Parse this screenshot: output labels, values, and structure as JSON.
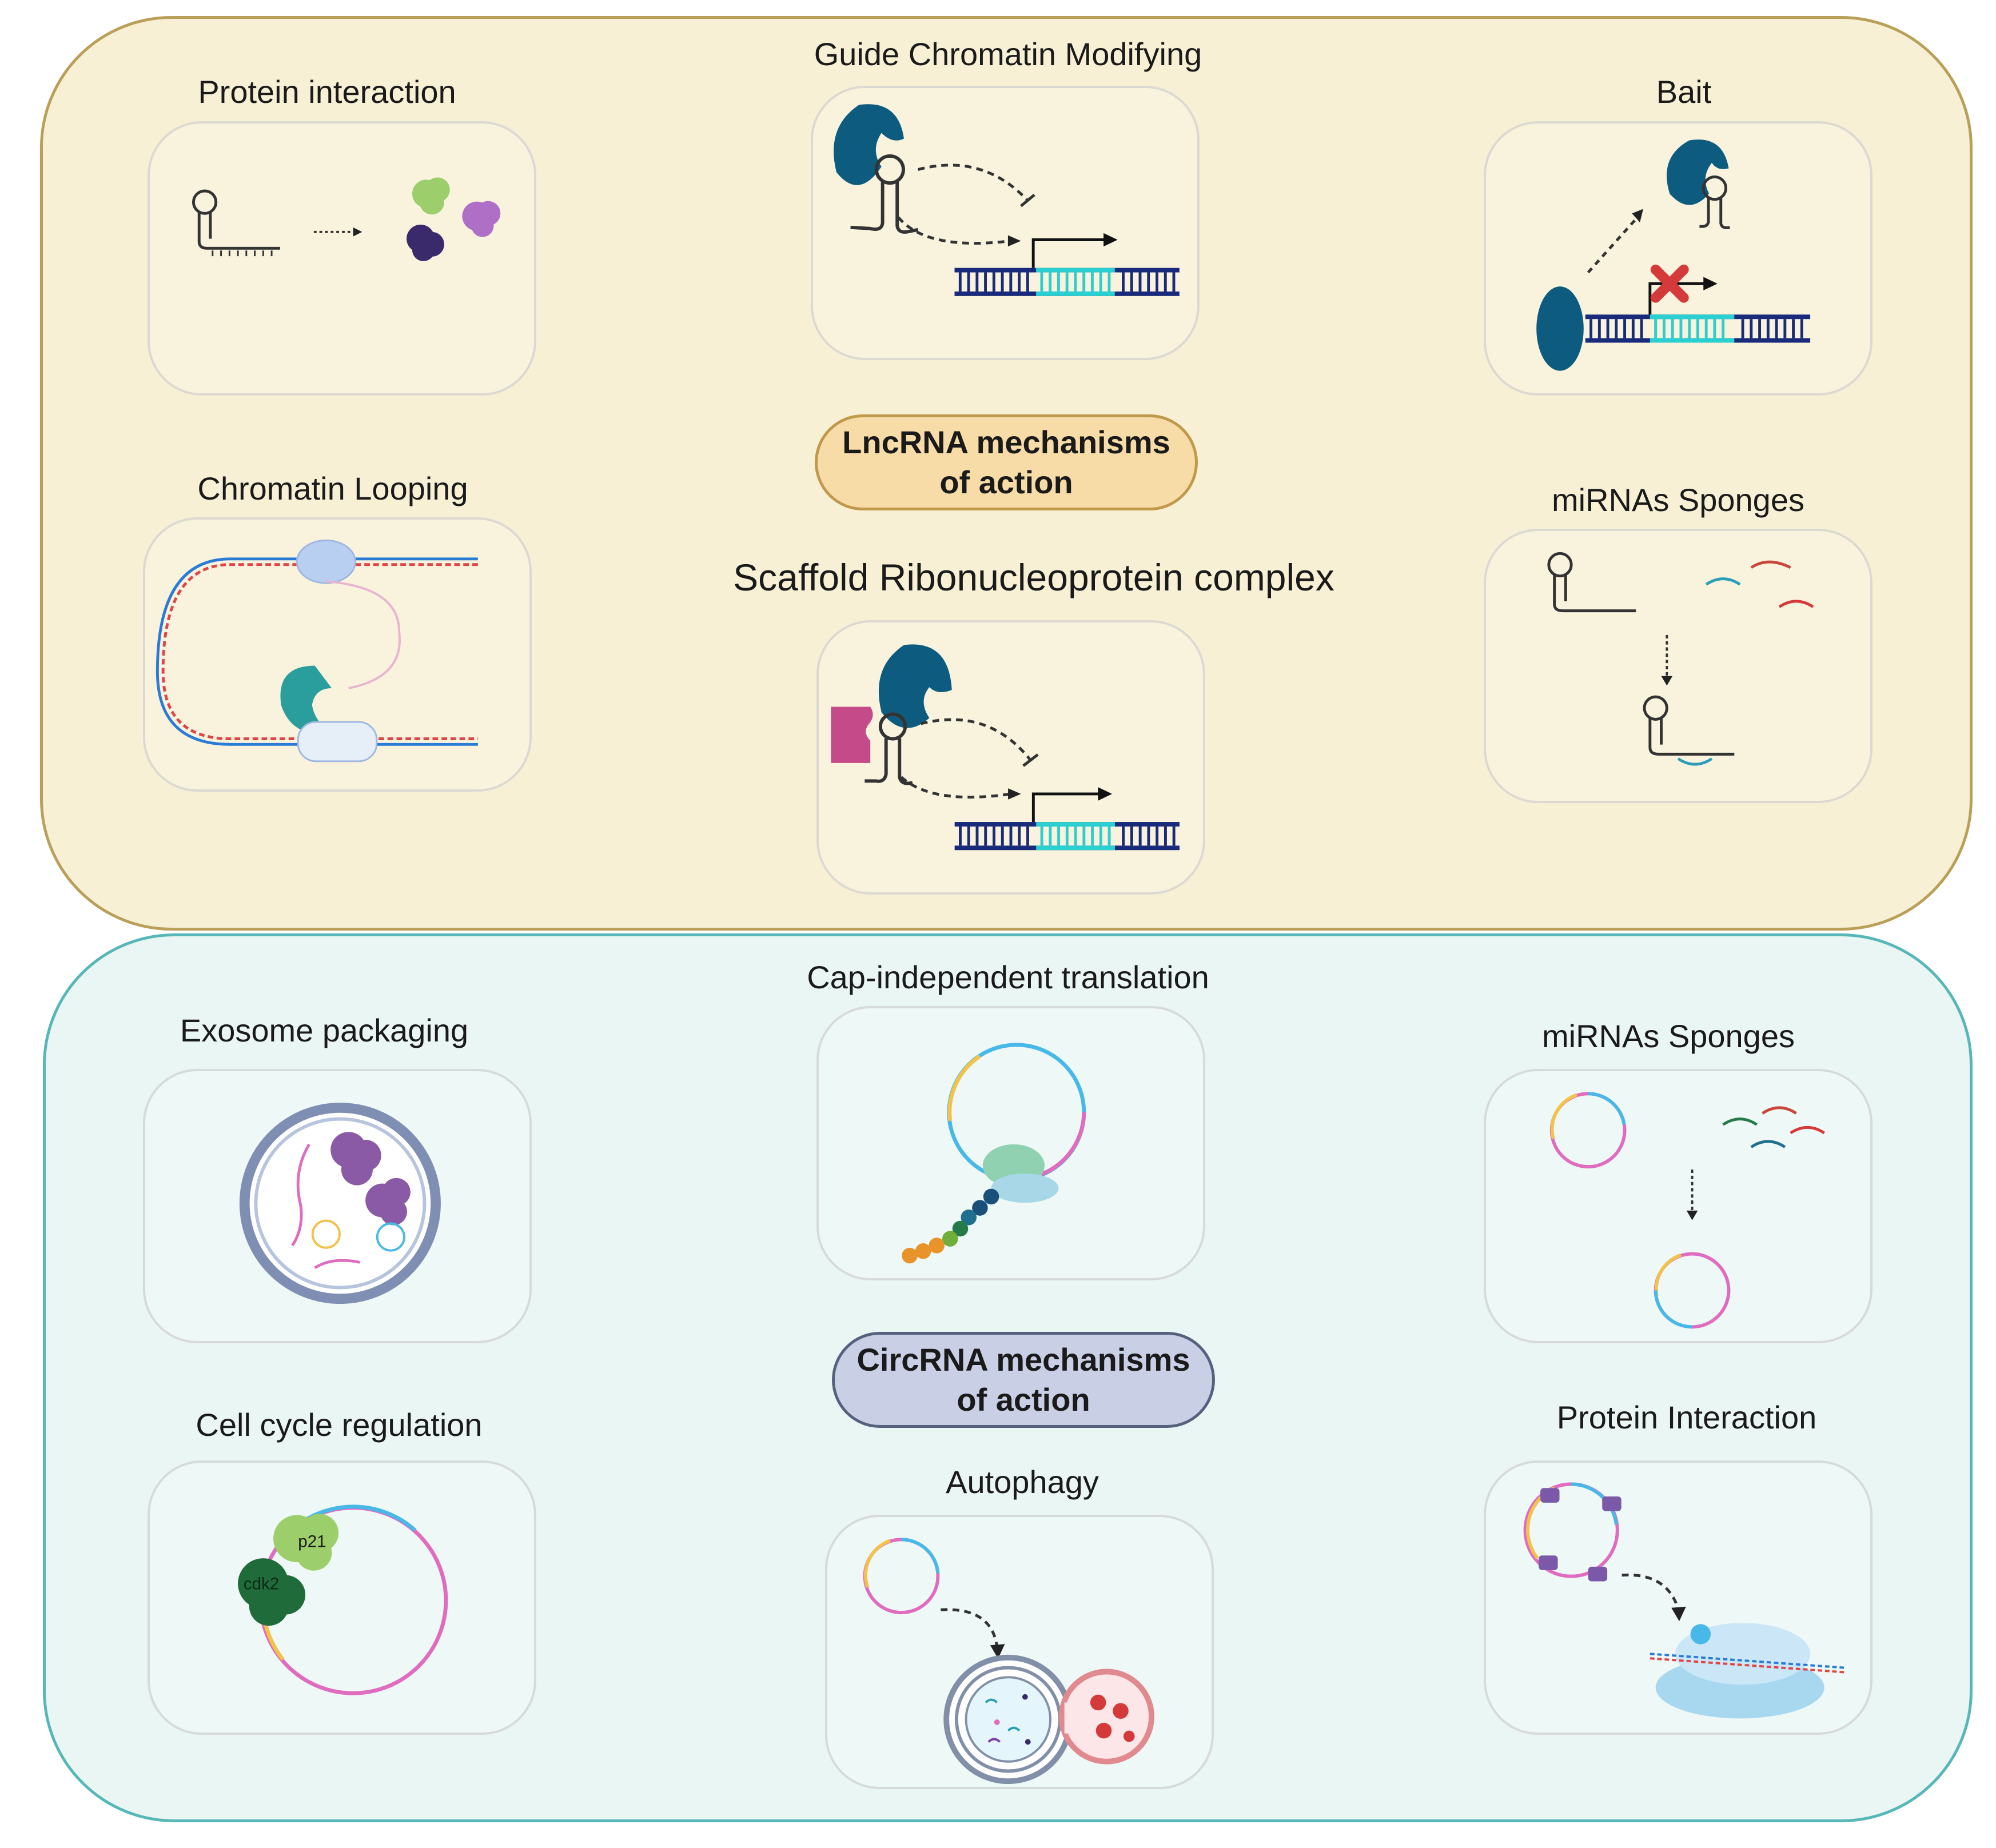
{
  "lncrna": {
    "center_label": {
      "line1": "LncRNA mechanisms",
      "line2": "of action"
    },
    "mechanisms": {
      "protein_interaction": "Protein interaction",
      "guide_chromatin": "Guide Chromatin Modifying",
      "bait": "Bait",
      "chromatin_looping": "Chromatin Looping",
      "mirna_sponges": "miRNAs Sponges",
      "scaffold": "Scaffold Ribonucleoprotein complex"
    }
  },
  "circrna": {
    "center_label": {
      "line1": "CircRNA mechanisms",
      "line2": "of action"
    },
    "mechanisms": {
      "exosome": "Exosome packaging",
      "cap_independent": "Cap-independent translation",
      "mirna_sponges": "miRNAs Sponges",
      "cell_cycle": "Cell cycle regulation",
      "autophagy": "Autophagy",
      "protein_interaction": "Protein Interaction"
    },
    "protein_labels": {
      "p21": "p21",
      "cdk2": "cdk2"
    }
  },
  "colors": {
    "lnc_panel": "#f8f0d5",
    "lnc_border": "#b99f58",
    "circ_panel": "#eaf6f4",
    "circ_border": "#57b7b8",
    "dark_blue": "#0d5c80",
    "teal": "#2ccfcf",
    "dna_blue": "#1a2a7a",
    "magenta": "#c44a8a",
    "circ_pink": "#e06cc0",
    "circ_cyan": "#48b8e8",
    "circ_yellow": "#f2c24a"
  }
}
